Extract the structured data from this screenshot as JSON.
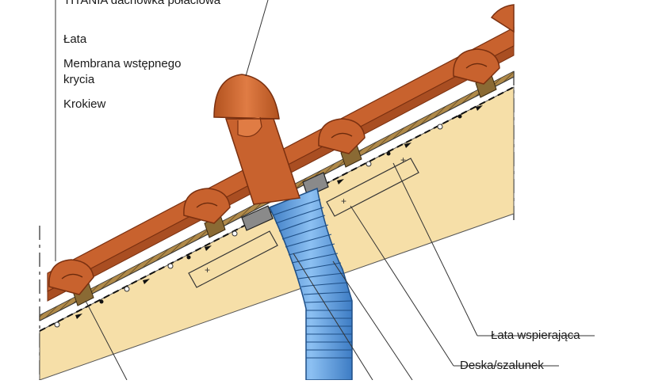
{
  "labels": {
    "tile": "TITANIA dachówka połaciowa",
    "batten": "Łata",
    "membrane": "Membrana wstępnego krycia",
    "rafter": "Krokiew",
    "support_batten": "Łata wspierająca",
    "boarding": "Deska/szalunek"
  },
  "colors": {
    "tile": "#c8622e",
    "tile_dark": "#8e3a16",
    "cap": "#d46a33",
    "rafter": "#f6dfa8",
    "membrane": "#222222",
    "batten": "#8a6a34",
    "pipe": "#6aa8e6",
    "pipe_dark": "#2d6bb0",
    "line": "#333333"
  }
}
